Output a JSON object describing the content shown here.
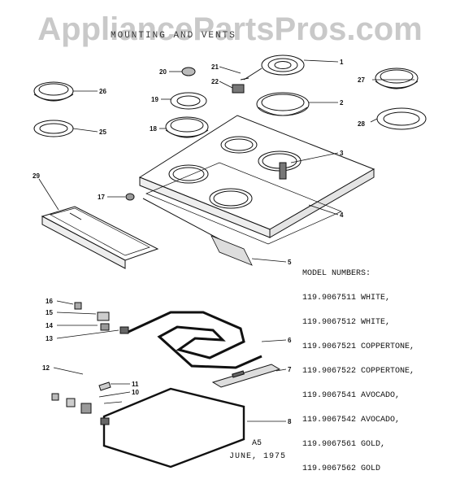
{
  "watermark": "AppliancePartsPros.com",
  "subtitle": "MOUNTING AND VENTS",
  "callouts": [
    "1",
    "2",
    "3",
    "4",
    "5",
    "6",
    "7",
    "8",
    "10",
    "11",
    "12",
    "13",
    "14",
    "15",
    "16",
    "17",
    "18",
    "19",
    "20",
    "21",
    "22",
    "25",
    "26",
    "27",
    "28",
    "29"
  ],
  "model_header": "MODEL NUMBERS:",
  "models": [
    "119.9067511 WHITE,",
    "119.9067512 WHITE,",
    "119.9067521 COPPERTONE,",
    "119.9067522 COPPERTONE,",
    "119.9067541 AVOCADO,",
    "119.9067542 AVOCADO,",
    "119.9067561 GOLD,",
    "119.9067562 GOLD"
  ],
  "page_label": "A5",
  "date": "JUNE, 1975"
}
